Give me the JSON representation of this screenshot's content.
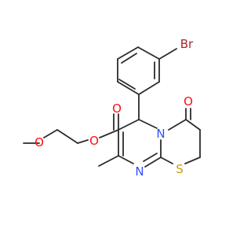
{
  "molecule": {
    "atoms": {
      "oxygen_ether": "O",
      "oxygen_ester": "O",
      "oxygen_carbonyl": "O",
      "oxygen_ketone": "O",
      "nitrogen_ring": "N",
      "nitrogen_imine": "N",
      "sulfur": "S",
      "bromine": "Br"
    },
    "colors": {
      "bond": "#2b2b2b",
      "oxygen": "#ff0d0d",
      "nitrogen": "#3050f8",
      "sulfur": "#c8a000",
      "bromine": "#a62929",
      "background": "#ffffff"
    }
  }
}
